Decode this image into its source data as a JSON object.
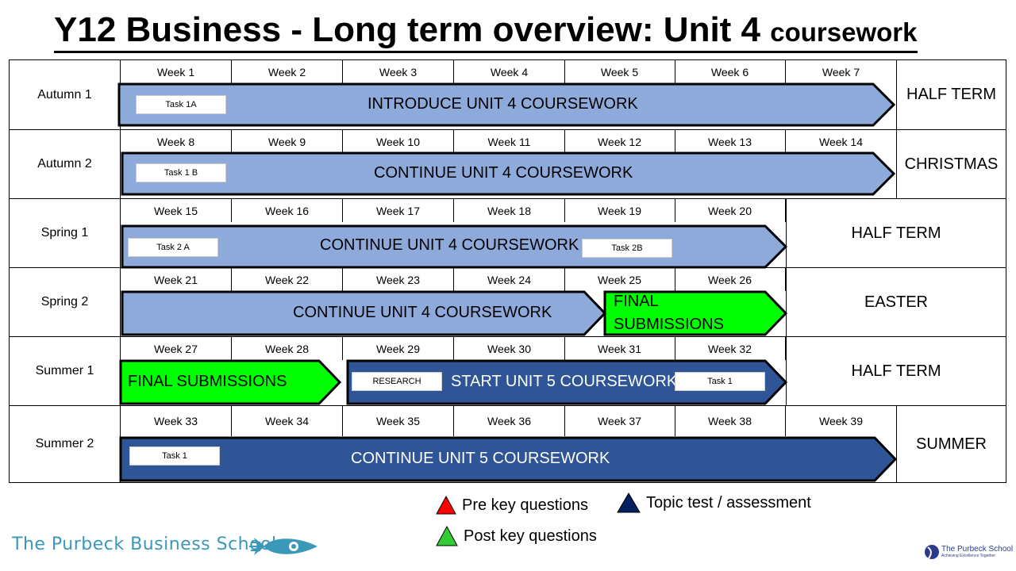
{
  "title": {
    "main": "Y12 Business - Long term overview: Unit 4",
    "small": "coursework"
  },
  "rows": [
    {
      "term": "Autumn 1",
      "weeks": [
        "Week 1",
        "Week 2",
        "Week 3",
        "Week 4",
        "Week 5",
        "Week 6",
        "Week 7"
      ],
      "holiday": "HALF TERM"
    },
    {
      "term": "Autumn 2",
      "weeks": [
        "Week 8",
        "Week 9",
        "Week 10",
        "Week 11",
        "Week 12",
        "Week 13",
        "Week 14"
      ],
      "holiday": "CHRISTMAS"
    },
    {
      "term": "Spring 1",
      "weeks": [
        "Week 15",
        "Week 16",
        "Week 17",
        "Week 18",
        "Week 19",
        "Week 20"
      ],
      "holiday": "HALF TERM"
    },
    {
      "term": "Spring 2",
      "weeks": [
        "Week 21",
        "Week 22",
        "Week 23",
        "Week 24",
        "Week 25",
        "Week 26"
      ],
      "holiday": "EASTER"
    },
    {
      "term": "Summer 1",
      "weeks": [
        "Week 27",
        "Week 28",
        "Week 29",
        "Week 30",
        "Week 31",
        "Week 32"
      ],
      "holiday": "HALF TERM"
    },
    {
      "term": "Summer 2",
      "weeks": [
        "Week 33",
        "Week 34",
        "Week 35",
        "Week 36",
        "Week 37",
        "Week 38",
        "Week 39"
      ],
      "holiday": "SUMMER"
    }
  ],
  "bars": {
    "a1": "INTRODUCE UNIT 4 COURSEWORK",
    "a2": "CONTINUE UNIT 4 COURSEWORK",
    "s1": "CONTINUE UNIT 4 COURSEWORK",
    "s2a": "CONTINUE UNIT 4 COURSEWORK",
    "s2b": "FINAL SUBMISSIONS",
    "su1a": "FINAL SUBMISSIONS",
    "su1b": "START UNIT 5 COURSEWORK",
    "su2": "CONTINUE UNIT 5 COURSEWORK"
  },
  "tasks": {
    "a1": "Task 1A",
    "a2": "Task 1 B",
    "s1a": "Task 2 A",
    "s1b": "Task 2B",
    "su1a": "RESEARCH",
    "su1b": "Task 1",
    "su2": "Task 1"
  },
  "legend": {
    "pre": "Pre key questions",
    "post": "Post key questions",
    "topic": "Topic test / assessment"
  },
  "colors": {
    "light_blue": "#8eaadb",
    "dark_blue": "#2f5597",
    "green": "#00ff00",
    "red": "#ff0000",
    "legend_green": "#33cc33",
    "navy": "#002060"
  },
  "branding": {
    "business_school": "The Purbeck Business School",
    "school": "The Purbeck School",
    "tagline": "Achieving Excellence Together"
  }
}
